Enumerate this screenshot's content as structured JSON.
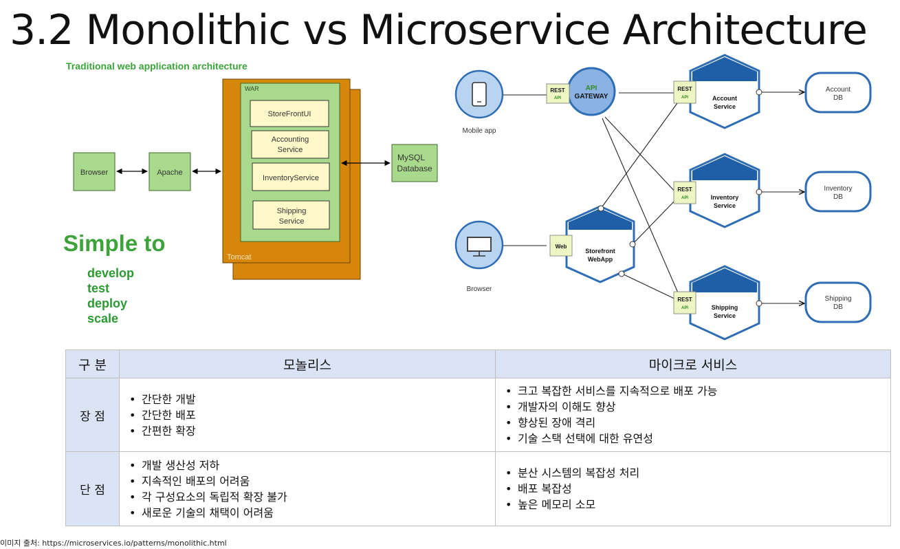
{
  "title": "3.2 Monolithic vs Microservice Architecture",
  "monolith_diagram": {
    "heading": "Traditional web application architecture",
    "browser": "Browser",
    "apache": "Apache",
    "war_label": "WAR",
    "tomcat_label": "Tomcat",
    "services": [
      "StoreFrontUI",
      [
        "Accounting",
        "Service"
      ],
      "InventoryService",
      [
        "Shipping",
        "Service"
      ]
    ],
    "mysql": [
      "MySQL",
      "Database"
    ],
    "simple_to": "Simple to",
    "simple_list": [
      "develop",
      "test",
      "deploy",
      "scale"
    ]
  },
  "microservice_diagram": {
    "mobile_app": "Mobile app",
    "browser": "Browser",
    "api_gateway": [
      "API",
      "GATEWAY"
    ],
    "rest_api": [
      "REST",
      "API"
    ],
    "web": "Web",
    "storefront": [
      "Storefront",
      "WebApp"
    ],
    "services": [
      [
        "Account",
        "Service"
      ],
      [
        "Inventory",
        "Service"
      ],
      [
        "Shipping",
        "Service"
      ]
    ],
    "dbs": [
      [
        "Account",
        "DB"
      ],
      [
        "Inventory",
        "DB"
      ],
      [
        "Shipping",
        "DB"
      ]
    ],
    "colors": {
      "hex_blue": "#1f5fa8",
      "circle_blue": "#2e6db4",
      "rest_green": "#eef6c4"
    }
  },
  "table": {
    "header": [
      "구 분",
      "모놀리스",
      "마이크로 서비스"
    ],
    "rows": [
      {
        "label": "장 점",
        "mono": [
          "간단한 개발",
          "간단한 배포",
          "간편한 확장"
        ],
        "micro": [
          "크고 복잡한 서비스를 지속적으로 배포 가능",
          "개발자의 이해도 향상",
          "향상된 장애 격리",
          "기술 스택 선택에 대한 유연성"
        ]
      },
      {
        "label": "단 점",
        "mono": [
          "개발 생산성 저하",
          "지속적인 배포의 어려움",
          "각 구성요소의 독립적 확장 불가",
          "새로운 기술의 채택이 어려움"
        ],
        "micro": [
          "분산 시스템의 복잡성 처리",
          "배포 복잡성",
          "높은 메모리 소모"
        ]
      }
    ]
  },
  "source_note": "이미지 출처: https://microservices.io/patterns/monolithic.html"
}
